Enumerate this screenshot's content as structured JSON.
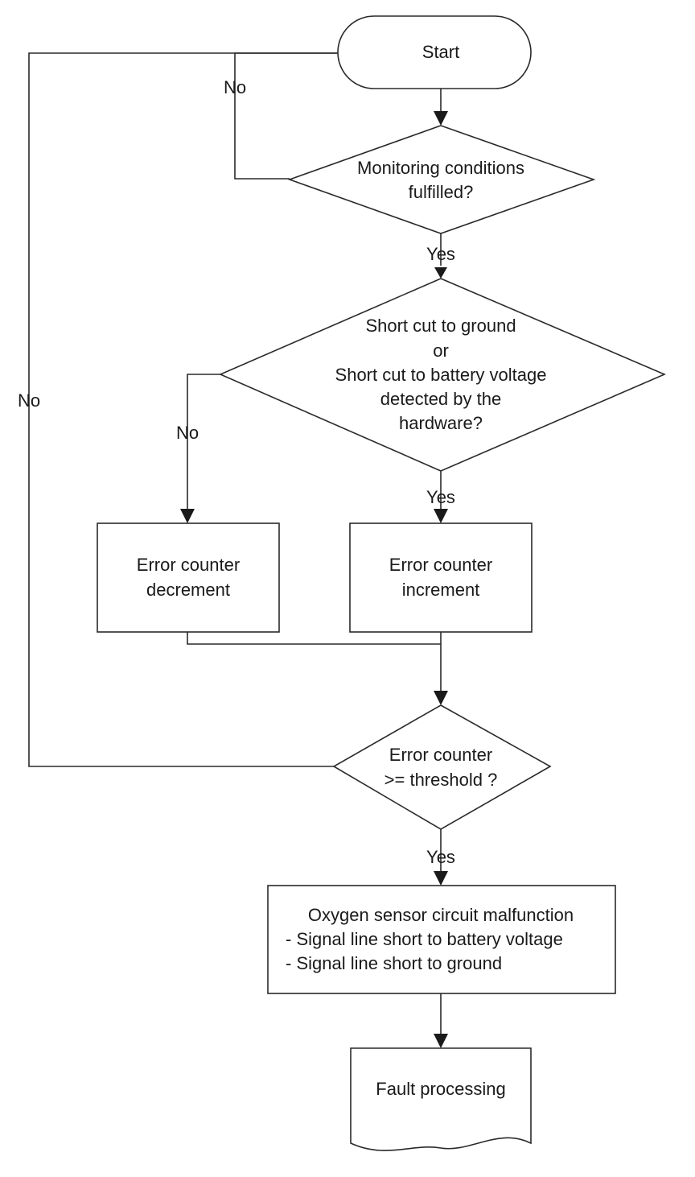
{
  "flowchart": {
    "start": "Start",
    "decision_monitoring": {
      "line1": "Monitoring  conditions",
      "line2": "fulfilled?"
    },
    "decision_short": {
      "line1": "Short cut to ground",
      "line2": "or",
      "line3": "Short cut to battery voltage",
      "line4": "detected by the",
      "line5": "hardware?"
    },
    "process_decrement": {
      "line1": "Error counter",
      "line2": "decrement"
    },
    "process_increment": {
      "line1": "Error counter",
      "line2": "increment"
    },
    "decision_threshold": {
      "line1": "Error counter",
      "line2": ">= threshold ?"
    },
    "process_malfunction": {
      "line1": "Oxygen sensor circuit malfunction",
      "line2": "- Signal line short to battery voltage",
      "line3": "- Signal line short to ground"
    },
    "document_fault": "Fault processing",
    "labels": {
      "no_monitoring": "No",
      "yes_monitoring": "Yes",
      "no_short": "No",
      "yes_short": "Yes",
      "no_threshold": "No",
      "yes_threshold": "Yes"
    }
  }
}
